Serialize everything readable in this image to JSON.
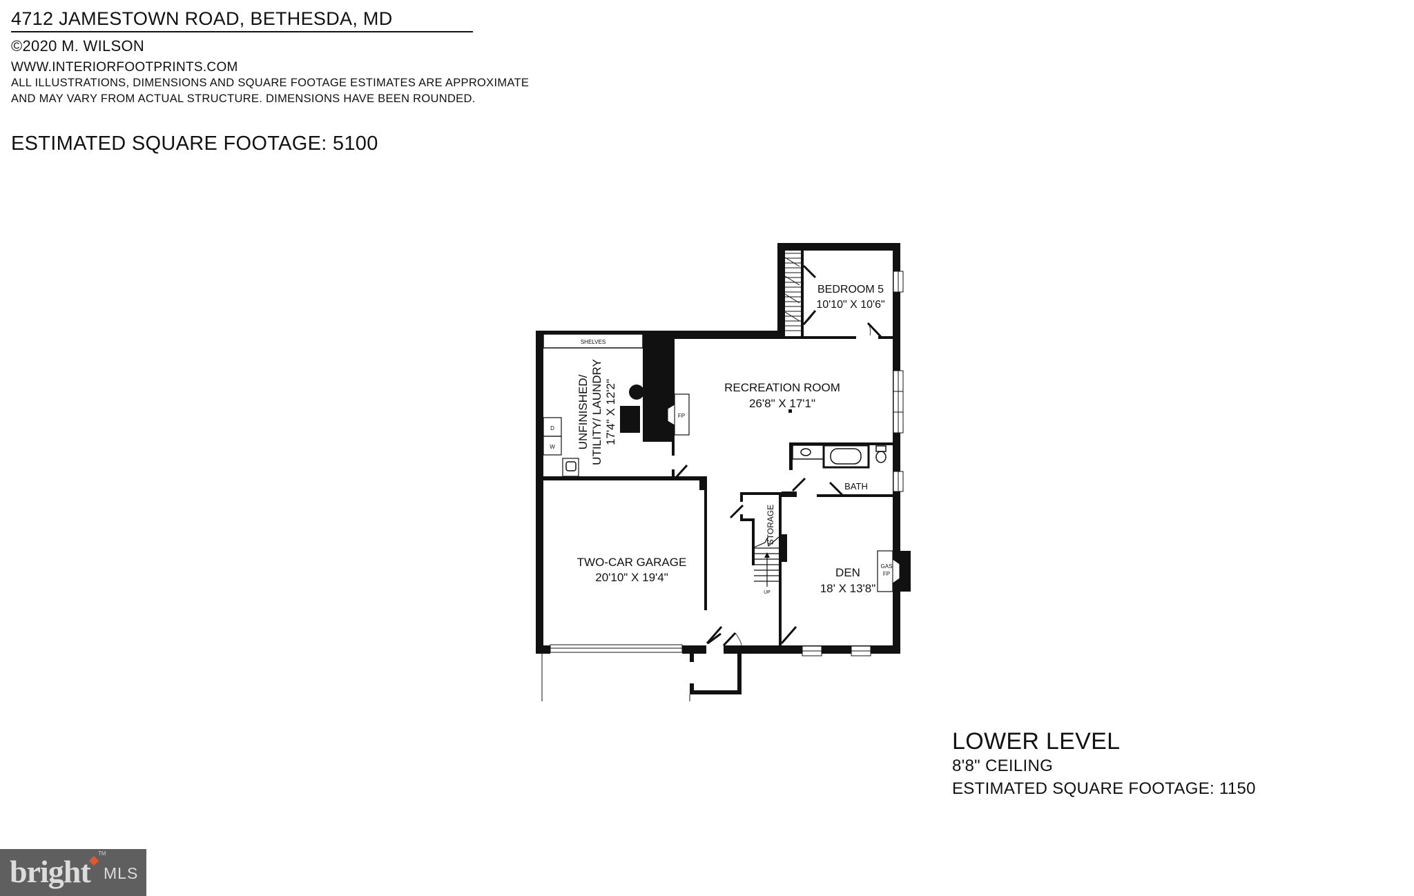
{
  "header": {
    "title": "4712 JAMESTOWN ROAD, BETHESDA, MD",
    "copyright": "©2020 M. WILSON",
    "website": "WWW.INTERIORFOOTPRINTS.COM",
    "disclaimer_line1": "ALL ILLUSTRATIONS, DIMENSIONS AND SQUARE FOOTAGE ESTIMATES ARE APPROXIMATE",
    "disclaimer_line2": "AND MAY VARY FROM ACTUAL STRUCTURE. DIMENSIONS HAVE BEEN ROUNDED.",
    "total_sqft": "ESTIMATED SQUARE FOOTAGE: 5100"
  },
  "level": {
    "name": "LOWER LEVEL",
    "ceiling": "8'8\" CEILING",
    "sqft": "ESTIMATED SQUARE FOOTAGE: 1150"
  },
  "rooms": {
    "bedroom5": {
      "name": "BEDROOM 5",
      "dims": "10'10\" X 10'6\""
    },
    "recreation": {
      "name": "RECREATION ROOM",
      "dims": "26'8\" X 17'1\""
    },
    "utility": {
      "name_line1": "UNFINISHED/",
      "name_line2": "UTILITY/ LAUNDRY",
      "dims": "17'4\" X 12'2\""
    },
    "garage": {
      "name": "TWO-CAR GARAGE",
      "dims": "20'10\" X 19'4\""
    },
    "den": {
      "name": "DEN",
      "dims": "18' X 13'8\""
    },
    "bath": {
      "name": "BATH"
    },
    "storage": {
      "name": "STORAGE"
    }
  },
  "fixtures": {
    "shelves": "SHELVES",
    "fireplace": "FP",
    "gas_fp_line1": "GAS",
    "gas_fp_line2": "FP",
    "dryer": "D",
    "washer": "W",
    "stairs": "UP"
  },
  "badge": {
    "brand": "bright",
    "trademark": "TM",
    "suffix": "MLS",
    "bg_color": "#5f5f5f",
    "accent_color": "#e2572b"
  }
}
